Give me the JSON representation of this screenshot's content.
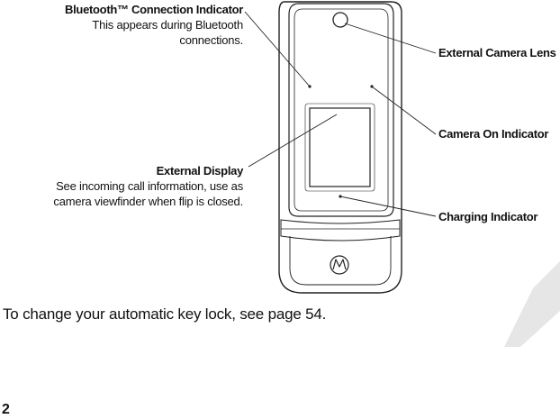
{
  "callouts": {
    "bluetooth": {
      "title": "Bluetooth™ Connection Indicator",
      "desc_line1": "This appears during Bluetooth",
      "desc_line2": "connections."
    },
    "external_display": {
      "title": "External Display",
      "desc_line1": "See incoming call information, use as",
      "desc_line2": "camera viewfinder when flip is closed."
    },
    "camera_lens": {
      "title": "External Camera Lens"
    },
    "camera_on": {
      "title": "Camera On Indicator"
    },
    "charging": {
      "title": "Charging Indicator"
    }
  },
  "body_text": "To change your automatic key lock, see page 54.",
  "page_number": "2"
}
